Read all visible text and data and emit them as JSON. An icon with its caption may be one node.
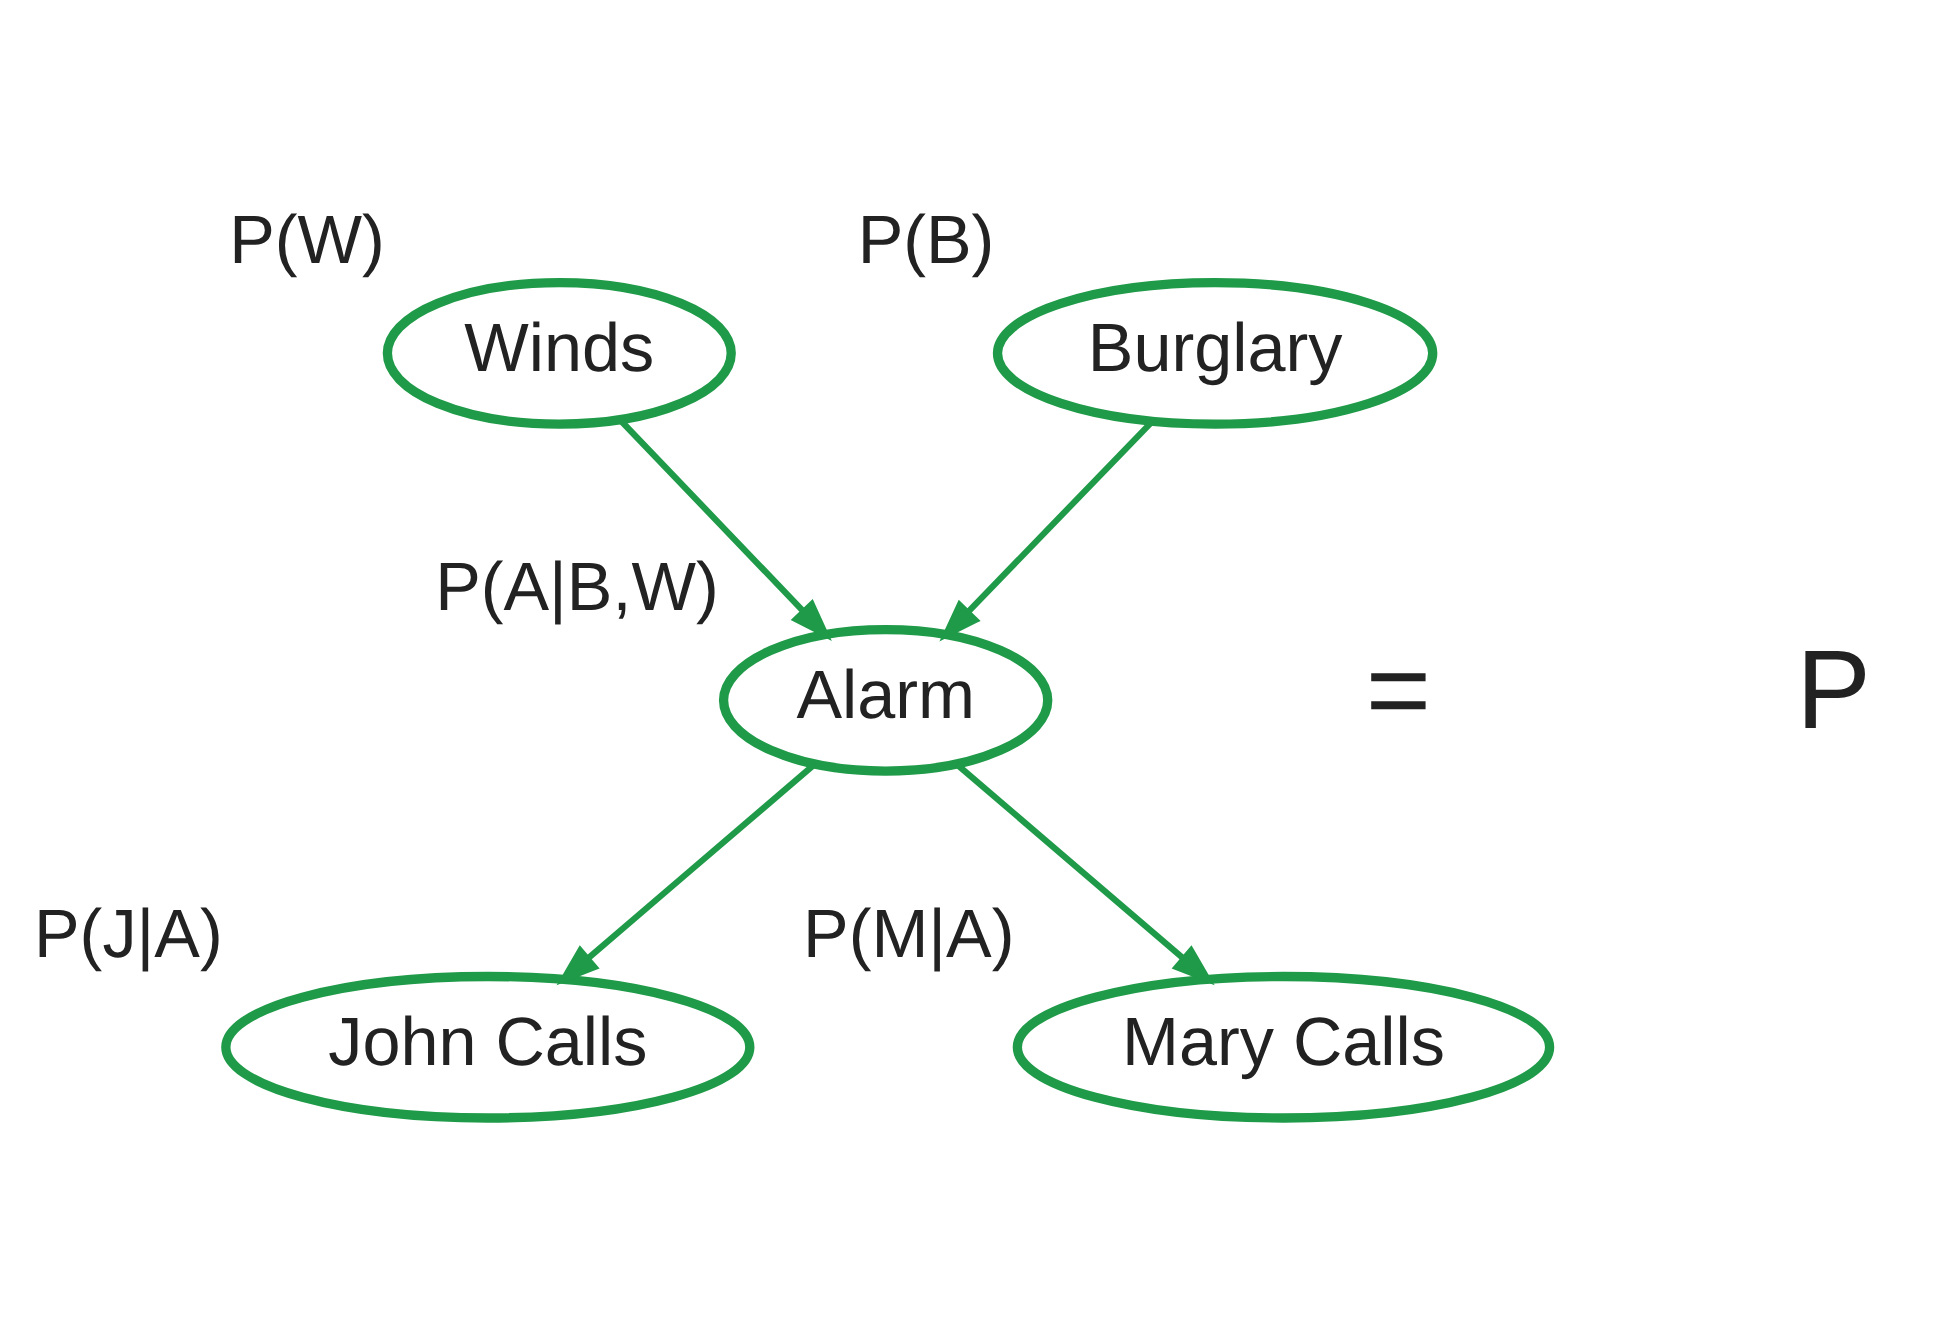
{
  "diagram": {
    "nodes": [
      {
        "text": [
          "Winds"
        ],
        "beside": [
          "P(W)"
        ]
      },
      {
        "text": [
          "Burglary"
        ],
        "beside": [
          "P(B)"
        ]
      },
      {
        "text": [
          "Alarm"
        ],
        "beside": [
          "P(A|B,W)"
        ]
      },
      {
        "text": [
          "John Calls"
        ],
        "beside": [
          "P(J|A)"
        ]
      },
      {
        "text": [
          "Mary Calls"
        ],
        "beside": [
          "P(M|A)"
        ]
      }
    ],
    "edges": [
      {
        "from": 0,
        "to": 2,
        "arrow": "to"
      },
      {
        "from": 1,
        "to": 2,
        "arrow": "to"
      },
      {
        "from": 2,
        "to": 3,
        "arrow": "to"
      },
      {
        "from": 2,
        "to": 4,
        "arrow": "to"
      }
    ],
    "labels": [
      "=",
      "P"
    ]
  }
}
